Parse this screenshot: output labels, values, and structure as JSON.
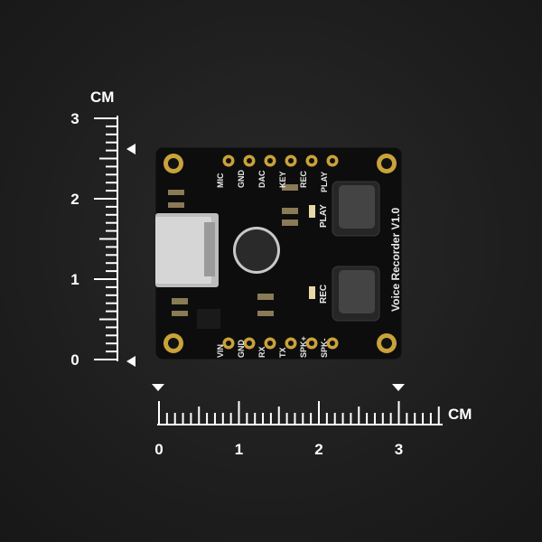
{
  "ruler": {
    "unit": "CM",
    "vertical_labels": [
      "0",
      "1",
      "2",
      "3"
    ],
    "horizontal_labels": [
      "0",
      "1",
      "2",
      "3"
    ]
  },
  "board": {
    "title": "Voice Recorder V1.0",
    "top_pins": [
      "MIC",
      "GND",
      "DAC",
      "KEY",
      "REC",
      "PLAY"
    ],
    "bottom_pins": [
      "VIN",
      "GND",
      "RX",
      "TX",
      "SPK+",
      "SPK-"
    ],
    "button_labels": {
      "play": "PLAY",
      "rec": "REC"
    },
    "colors": {
      "pcb": "#0d0d0d",
      "gold": "#c9a23a",
      "silk": "#e8e8e8"
    }
  }
}
